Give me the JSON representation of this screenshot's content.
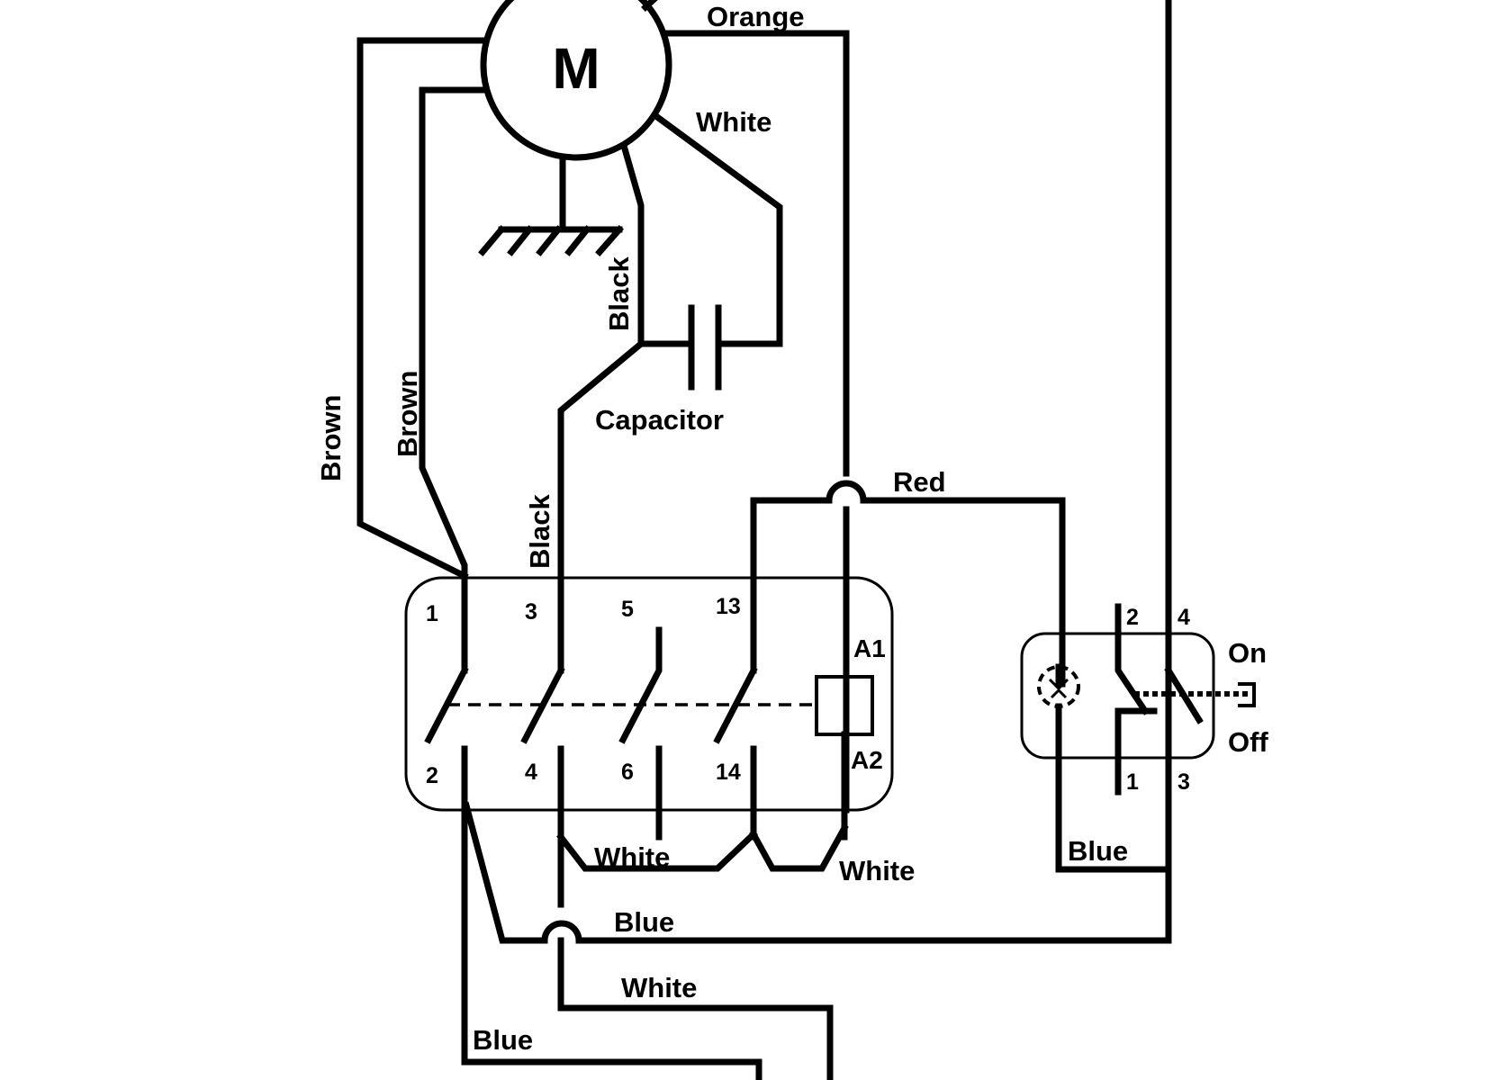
{
  "diagram": {
    "motor": {
      "symbol": "M"
    },
    "capacitor": {
      "label": "Capacitor"
    },
    "wire_labels": {
      "orange": "Orange",
      "white_motor": "White",
      "black_motor": "Black",
      "brown_outer": "Brown",
      "brown_inner": "Brown",
      "black_lower": "Black",
      "red": "Red",
      "white_bridge_1": "White",
      "white_bridge_2": "White",
      "blue_switch": "Blue",
      "blue_return": "Blue",
      "white_out": "White",
      "blue_out": "Blue"
    },
    "contactor": {
      "top_terminals": [
        "1",
        "3",
        "5",
        "13"
      ],
      "bottom_terminals": [
        "2",
        "4",
        "6",
        "14"
      ],
      "coil_top": "A1",
      "coil_bottom": "A2"
    },
    "switch": {
      "top_terminals": [
        "2",
        "4"
      ],
      "bottom_terminals": [
        "1",
        "3"
      ],
      "on_label": "On",
      "off_label": "Off"
    }
  }
}
